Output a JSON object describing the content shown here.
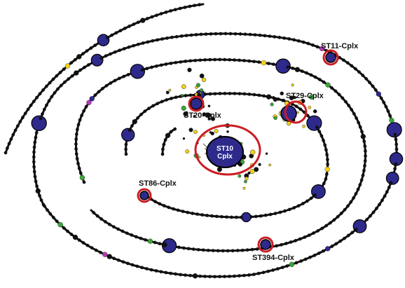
{
  "colors": {
    "background": "#ffffff",
    "edge": "#111111",
    "node_blue": "#2e2a8c",
    "node_outline": "#000000",
    "highlight_red": "#cc1d24",
    "accent_yellow": "#f2d21b",
    "accent_green": "#3aa63a",
    "accent_magenta": "#b23ab2"
  },
  "labels": {
    "st10": "ST10",
    "st10_sub": "Cplx",
    "st11": "ST11-Cplx",
    "st20": "ST20-Cplx",
    "st29": "ST29-Cplx",
    "st86": "ST86-Cplx",
    "st394": "ST394-Cplx"
  }
}
